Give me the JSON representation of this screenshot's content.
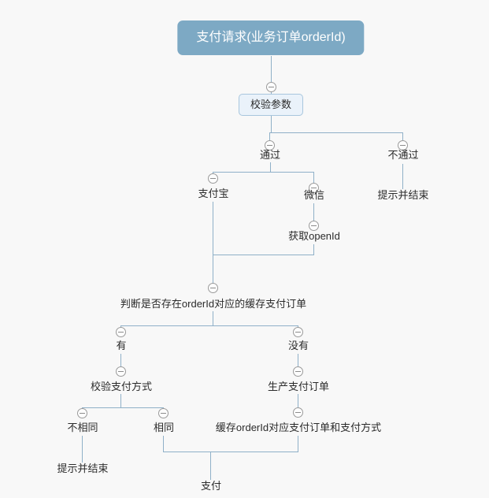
{
  "diagram": {
    "type": "mindmap-flowchart",
    "title_node": "支付请求(业务订单orderId)",
    "background_color": "#f8f8f8",
    "line_color": "#8fb0c8",
    "root_fill_color": "#7da9c4",
    "root_text_color": "#ffffff",
    "box_fill_color": "#eaf2fa",
    "box_border_color": "#a8c6dd",
    "text_color": "#2b2b2b",
    "toggle_icon": "collapse-minus-circle"
  },
  "nodes": {
    "root": "支付请求(业务订单orderId)",
    "validate_params": "校验参数",
    "pass": "通过",
    "not_pass": "不通过",
    "notify_end_1": "提示并结束",
    "alipay": "支付宝",
    "wechat": "微信",
    "get_openid": "获取openId",
    "check_cache_order": "判断是否存在orderId对应的缓存支付订单",
    "has": "有",
    "has_not": "没有",
    "verify_pay_method": "校验支付方式",
    "create_pay_order": "生产支付订单",
    "not_same": "不相同",
    "same": "相同",
    "cache_order_and_method": "缓存orderId对应支付订单和支付方式",
    "notify_end_2": "提示并结束",
    "pay": "支付"
  }
}
